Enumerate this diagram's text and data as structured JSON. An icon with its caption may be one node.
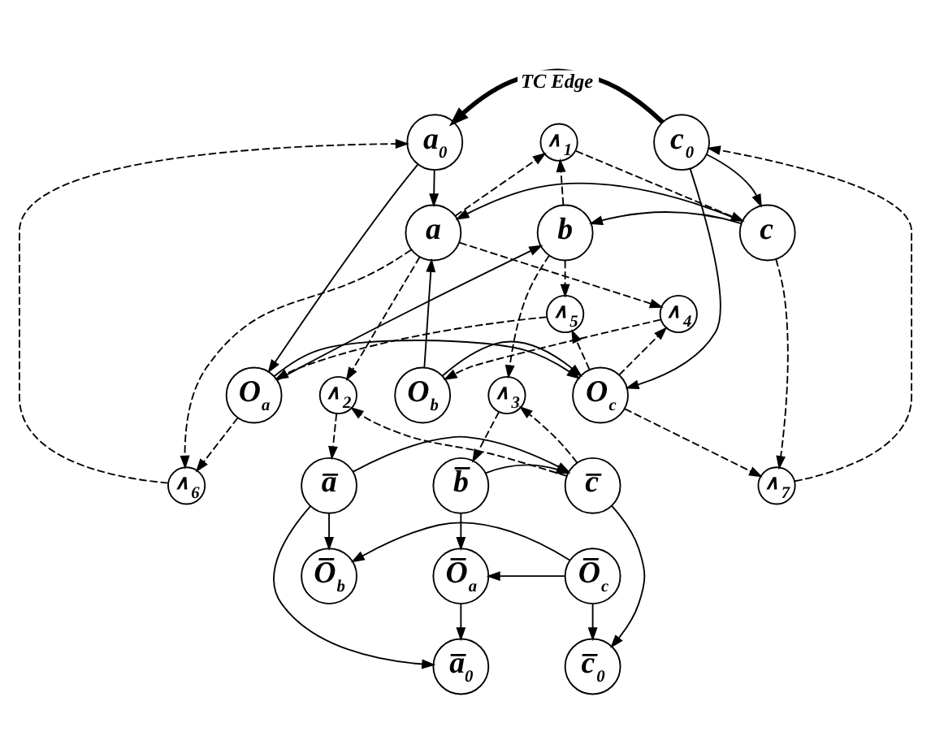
{
  "diagram": {
    "nodes": [
      {
        "text": [
          "a$_{0}$"
        ]
      },
      {
        "text": [
          "a"
        ]
      },
      {
        "text": [
          "b"
        ]
      },
      {
        "text": [
          "c"
        ]
      },
      {
        "text": [
          "c$_{0}$"
        ]
      },
      {
        "text": [
          "∧$_{1}$"
        ]
      },
      {
        "text": [
          "∧$_{2}$"
        ]
      },
      {
        "text": [
          "∧$_{3}$"
        ]
      },
      {
        "text": [
          "∧$_{6}$"
        ]
      },
      {
        "text": [
          "a̅"
        ]
      },
      {
        "text": [
          "b̅"
        ]
      },
      {
        "text": [
          "c̅"
        ]
      },
      {
        "text": [
          "∧$_{7}$"
        ]
      },
      {
        "text": [
          "∧$_{5}$"
        ]
      },
      {
        "text": [
          "O$_{a}$"
        ]
      },
      {
        "text": [
          "O$_{b}$"
        ]
      },
      {
        "text": [
          "∧$_{4}$"
        ]
      },
      {
        "text": [
          "O$_{c}$"
        ]
      },
      {
        "text": [
          "a̅$_{0}$"
        ]
      },
      {
        "text": [
          "O̅$_{a}$"
        ]
      },
      {
        "text": [
          "O̅$_{b}$"
        ]
      },
      {
        "text": [
          "O̅$_{c}$"
        ]
      },
      {
        "text": [
          "c̅$_{0}$"
        ]
      }
    ],
    "edges": [
      {
        "from": 4,
        "to": 0,
        "arrow": "to",
        "style": "thick",
        "label": "TC Edge"
      },
      {
        "from": 0,
        "to": 1,
        "arrow": "to"
      },
      {
        "from": 3,
        "to": 1,
        "arrow": "to"
      },
      {
        "from": 3,
        "to": 2,
        "arrow": "to"
      },
      {
        "from": 4,
        "to": 3,
        "arrow": "to"
      },
      {
        "from": 1,
        "to": 5,
        "arrow": "to",
        "style": "dashed"
      },
      {
        "from": 2,
        "to": 5,
        "arrow": "to",
        "style": "dashed"
      },
      {
        "from": 5,
        "to": 3,
        "arrow": "to",
        "style": "dashed"
      },
      {
        "from": 1,
        "to": 6,
        "arrow": "to",
        "style": "dashed"
      },
      {
        "from": 2,
        "to": 7,
        "arrow": "to",
        "style": "dashed"
      },
      {
        "from": 11,
        "to": 6,
        "arrow": "to",
        "style": "dashed"
      },
      {
        "from": 11,
        "to": 7,
        "arrow": "to",
        "style": "dashed"
      },
      {
        "from": 7,
        "to": 10,
        "arrow": "to",
        "style": "dashed"
      },
      {
        "from": 6,
        "to": 9,
        "arrow": "to",
        "style": "dashed"
      },
      {
        "from": 3,
        "to": 12,
        "arrow": "to",
        "style": "dashed"
      },
      {
        "from": 12,
        "to": 4,
        "arrow": "to",
        "style": "dashed"
      },
      {
        "from": 17,
        "to": 12,
        "arrow": "to",
        "style": "dashed"
      },
      {
        "from": 1,
        "to": 8,
        "arrow": "to",
        "style": "dashed"
      },
      {
        "from": 8,
        "to": 0,
        "arrow": "to",
        "style": "dashed"
      },
      {
        "from": 14,
        "to": 8,
        "arrow": "to",
        "style": "dashed"
      },
      {
        "from": 1,
        "to": 16,
        "arrow": "to",
        "style": "dashed"
      },
      {
        "from": 17,
        "to": 16,
        "arrow": "to",
        "style": "dashed"
      },
      {
        "from": 16,
        "to": 15,
        "arrow": "to",
        "style": "dashed"
      },
      {
        "from": 17,
        "to": 13,
        "arrow": "to",
        "style": "dashed"
      },
      {
        "from": 13,
        "to": 14,
        "arrow": "to",
        "style": "dashed"
      },
      {
        "from": 2,
        "to": 13,
        "arrow": "to",
        "style": "dashed"
      },
      {
        "from": 0,
        "to": 14,
        "arrow": "to"
      },
      {
        "from": 14,
        "to": 2,
        "arrow": "to"
      },
      {
        "from": 15,
        "to": 1,
        "arrow": "to"
      },
      {
        "from": 9,
        "to": 11,
        "arrow": "to"
      },
      {
        "from": 10,
        "to": 11,
        "arrow": "to"
      },
      {
        "from": 9,
        "to": 18,
        "arrow": "to"
      },
      {
        "from": 9,
        "to": 20,
        "arrow": "to"
      },
      {
        "from": 10,
        "to": 19,
        "arrow": "to"
      },
      {
        "from": 11,
        "to": 22,
        "arrow": "to"
      },
      {
        "from": 4,
        "to": 17,
        "arrow": "to"
      },
      {
        "from": 15,
        "to": 17,
        "arrow": "to"
      },
      {
        "from": 14,
        "to": 17,
        "arrow": "to"
      },
      {
        "from": 21,
        "to": 19,
        "arrow": "to"
      },
      {
        "from": 21,
        "to": 20,
        "arrow": "to"
      },
      {
        "from": 19,
        "to": 18,
        "arrow": "to"
      },
      {
        "from": 21,
        "to": 22,
        "arrow": "to"
      }
    ]
  }
}
